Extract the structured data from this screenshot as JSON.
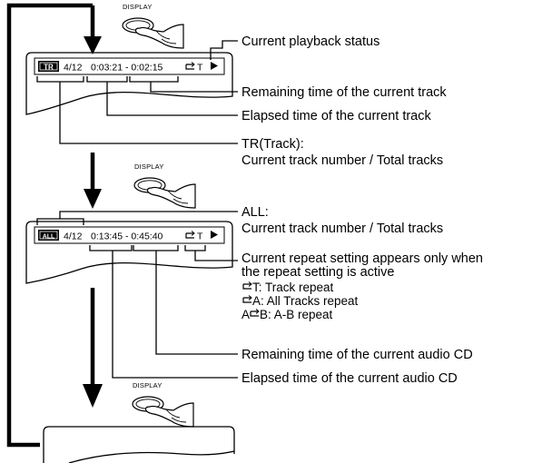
{
  "display_button": "DISPLAY",
  "screen_1": {
    "badge": "TR",
    "track": "4/12",
    "time": "0:03:21 - 0:02:15",
    "repeat": "T",
    "play_icon": "play-icon"
  },
  "screen_2": {
    "badge": "ALL",
    "track": "4/12",
    "time": "0:13:45 - 0:45:40",
    "repeat": "T",
    "play_icon": "play-icon"
  },
  "callouts": {
    "playback_status": "Current playback status",
    "remaining_track": "Remaining time of the current track",
    "elapsed_track": "Elapsed time of the current track",
    "tr_title": "TR(Track):",
    "tr_desc": "Current track number / Total tracks",
    "all_title": "ALL:",
    "all_desc": "Current track number / Total tracks",
    "repeat_line1": "Current repeat setting appears only when",
    "repeat_line2": "the repeat setting is active",
    "repeat_t": "T: Track repeat",
    "repeat_a": "A: All Tracks repeat",
    "repeat_ab_a": "A",
    "repeat_ab_b": "B: A-B repeat",
    "remaining_cd": "Remaining time of the current audio CD",
    "elapsed_cd": "Elapsed time of the current audio CD"
  }
}
